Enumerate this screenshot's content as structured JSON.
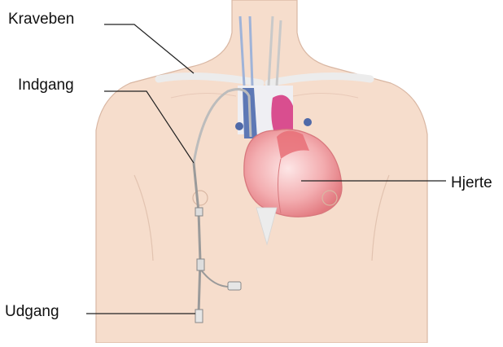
{
  "labels": {
    "kraveben": "Kraveben",
    "indgang": "Indgang",
    "hjerte": "Hjerte",
    "udgang": "Udgang"
  },
  "colors": {
    "skin": "#f6ddcc",
    "skin_outline": "#d9b7a3",
    "bone": "#ececec",
    "vein": "#5d78b5",
    "artery": "#d94e8f",
    "heart": "#ef9a9e",
    "catheter": "#9a9a9a",
    "leader_line": "#222222"
  }
}
